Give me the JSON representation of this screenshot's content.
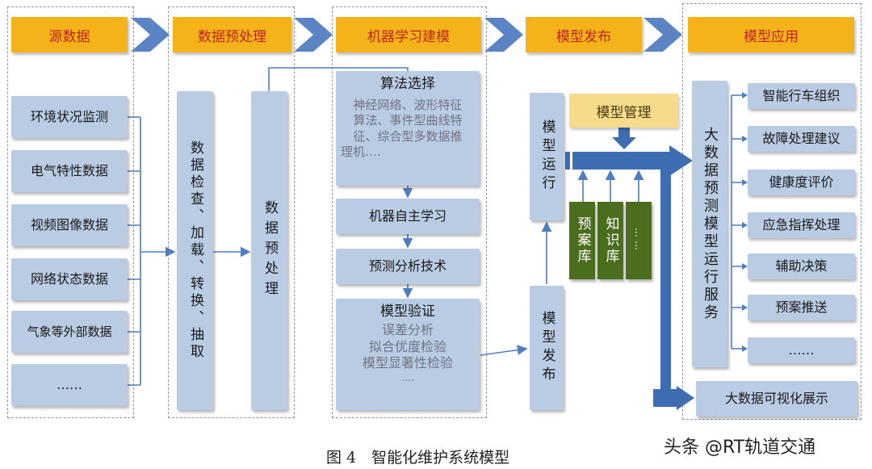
{
  "colors": {
    "header_fill": "#f5b31a",
    "header_text": "#c0251d",
    "box_fill": "#b9cce4",
    "arrow": "#4f7dc0",
    "green_block": "#4b6e1e",
    "model_mgmt_fill": "#f6dc8a"
  },
  "headers": [
    "源数据",
    "数据预处理",
    "机器学习建模",
    "模型发布",
    "模型应用"
  ],
  "source_data": [
    "环境状况监测",
    "电气特性数据",
    "视频图像数据",
    "网络状态数据",
    "气象等外部数据",
    "……"
  ],
  "preprocess": {
    "col1": "数据检查、加载、转换、抽取",
    "col2": "数据预处理"
  },
  "modeling": {
    "algo_title": "算法选择",
    "algo_lines": [
      "神经网络、波形特征",
      "算法、事件型曲线特",
      "征、综合型多数据推",
      "理机…."
    ],
    "self_learning": "机器自主学习",
    "predictive": "预测分析技术",
    "validation_title": "模型验证",
    "validation_lines": [
      "误差分析",
      "拟合优度检验",
      "模型显著性检验",
      "…."
    ]
  },
  "publish": {
    "run": "模型运行",
    "release": "模型发布",
    "management": "模型管理",
    "libs": [
      "预案库",
      "知识库",
      "……"
    ]
  },
  "application": {
    "service": "大数据预测模型运行服务",
    "items": [
      "智能行车组织",
      "故障处理建议",
      "健康度评价",
      "应急指挥处理",
      "辅助决策",
      "预案推送",
      "……"
    ],
    "visualization": "大数据可视化展示"
  },
  "caption": "图 4　智能化维护系统模型",
  "watermark": "头条 @RT轨道交通"
}
